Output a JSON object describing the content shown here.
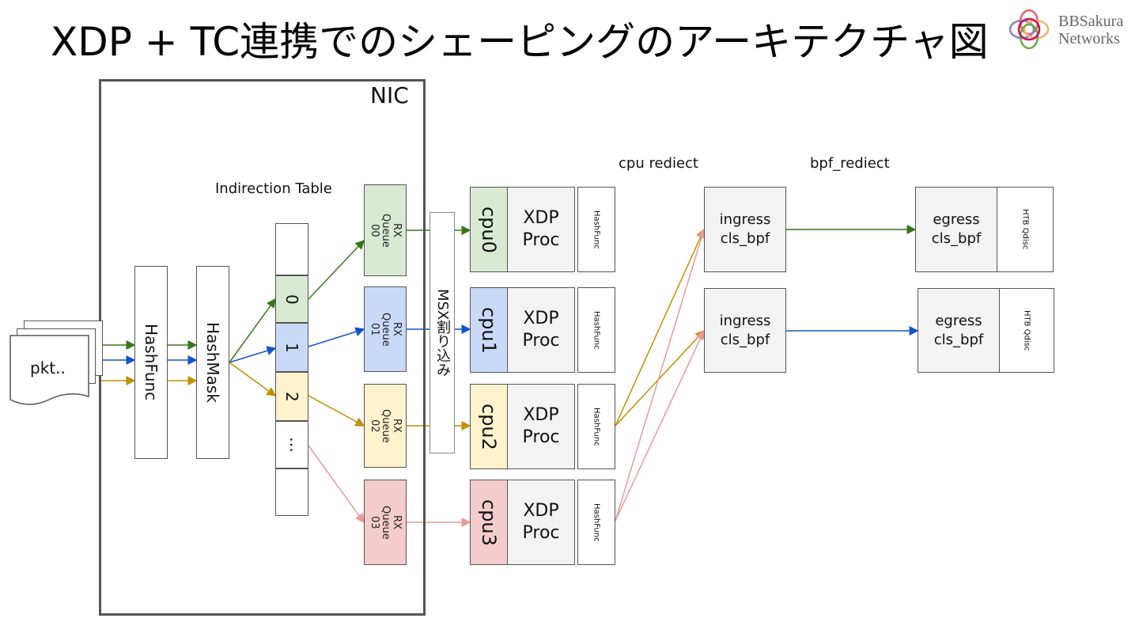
{
  "title": "XDP + TC連携でのシェーピングのアーキテクチャ図",
  "logo": {
    "line1": "BBSakura",
    "line2": "Networks"
  },
  "nic_label": "NIC",
  "packet_label": "pkt..",
  "hashfunc_label": "HashFunc",
  "hashmask_label": "HashMask",
  "indirection_table_label": "Indirection Table",
  "indirection_entries": [
    "0",
    "1",
    "2",
    "⋯"
  ],
  "rx_queues": [
    {
      "line1": "RX",
      "line2": "Queue",
      "line3": "00"
    },
    {
      "line1": "RX",
      "line2": "Queue",
      "line3": "01"
    },
    {
      "line1": "RX",
      "line2": "Queue",
      "line3": "02"
    },
    {
      "line1": "RX",
      "line2": "Queue",
      "line3": "03"
    }
  ],
  "msx_label": "MSX割り込み",
  "cpus": [
    "cpu0",
    "cpu1",
    "cpu2",
    "cpu3"
  ],
  "xdp_proc": {
    "line1": "XDP",
    "line2": "Proc"
  },
  "cpu_hashfunc_label": "HashFunc",
  "cpu_redirect_label": "cpu rediect",
  "bpf_redirect_label": "bpf_rediect",
  "ingress": {
    "line1": "ingress",
    "line2": "cls_bpf"
  },
  "egress": {
    "line1": "egress",
    "line2": "cls_bpf"
  },
  "htb_label": "HTB Qdisc",
  "colors": {
    "green": "#38761d",
    "blue": "#1155cc",
    "yellow": "#bf9000",
    "red": "#ea9999",
    "fill_green": "#d9ead3",
    "fill_blue": "#c9daf8",
    "fill_yellow": "#fff2cc",
    "fill_red": "#f4cccc"
  }
}
